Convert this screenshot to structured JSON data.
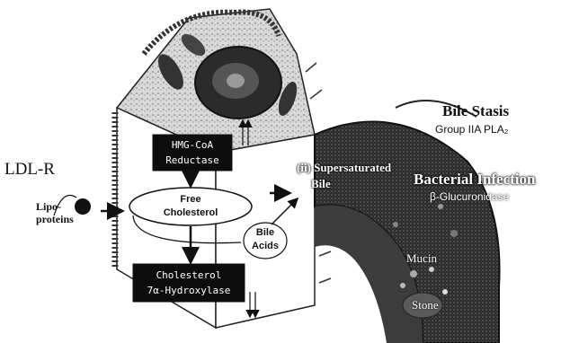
{
  "diagram": {
    "ldlr": "LDL-R",
    "lipoproteins": [
      "Lipo-",
      "proteins"
    ],
    "hmg": [
      "HMG-CoA",
      "Reductase"
    ],
    "free_chol": [
      "Free",
      "Cholesterol"
    ],
    "chol_hydroxylase": [
      "Cholesterol",
      "7α-Hydroxylase"
    ],
    "bile_acids": [
      "Bile",
      "Acids"
    ],
    "supersaturated": [
      "(ii) Supersaturated",
      "Bile"
    ],
    "bile_stasis": "Bile Stasis",
    "group_pla2": "Group IIA PLA₂",
    "bacterial_infection": "Bacterial Infection",
    "glucuronidase": "β-Glucuronidase",
    "mucin": "Mucin",
    "stone": "Stone",
    "colors": {
      "ink": "#111111",
      "box": "#0d0d0d",
      "tissue": "#1f1f1f",
      "paper": "#ffffff"
    }
  }
}
